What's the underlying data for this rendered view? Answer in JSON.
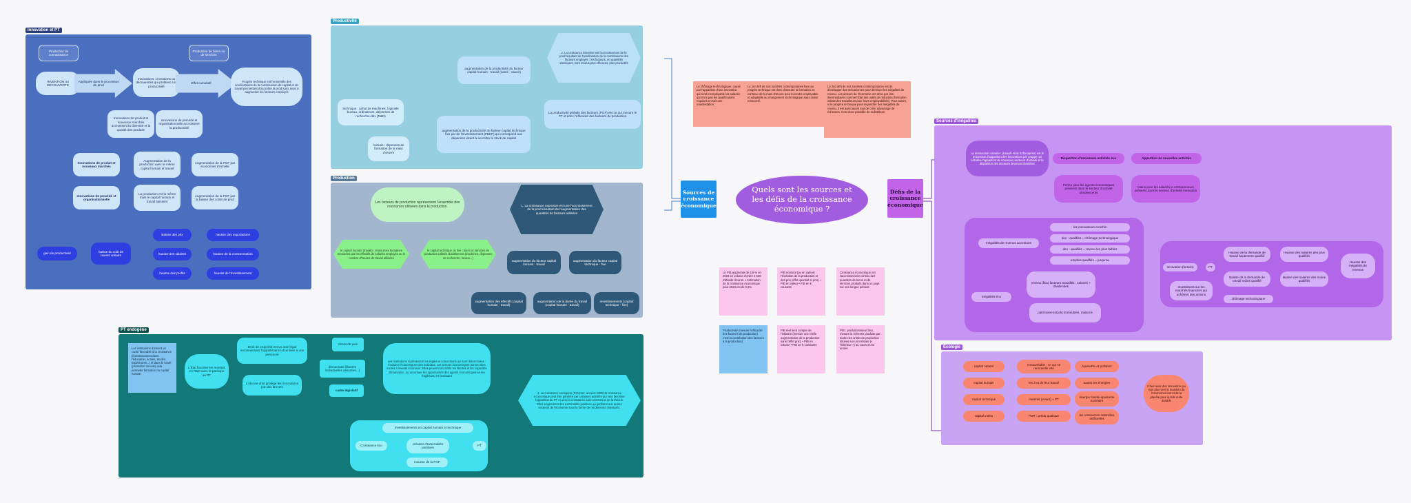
{
  "colors": {
    "innov": "#4b6fbf",
    "prod_top": "#96cfe0",
    "prod_bot": "#a2b7cd",
    "pt": "#127878",
    "ineg": "#c695f4",
    "eco": "#c9a4f4",
    "center": "#a25ce0",
    "sources": "#1e90e8",
    "defis": "#c264e8",
    "note_red": "#f6a294",
    "note_pink": "#fbc7ec",
    "note_blue": "#82c3f2",
    "dark_blue": "#2f3ee0",
    "green": "#8cf08a",
    "cyan": "#40e0f0"
  },
  "center": {
    "title": "Quels sont les sources et les défis de la croissance économique ?"
  },
  "sources": {
    "label": "Sources de croissance économique"
  },
  "defis": {
    "label": "Défis de la croissance économique"
  },
  "innov": {
    "title": "Innovation et PT",
    "prod_conn": "Production de connaissance",
    "prod_biens": "Production de biens ou de services",
    "invention": "INVENTION ou DÉCOUVERTE",
    "applique": "Appliquée dans le processus de prod",
    "innovations": "Innovations : inventions ou découvertes qui profitent à la productivité",
    "effet": "Effet cumulatif",
    "progres": "Progrès technique est l'ensemble des améliorations de la combinaison de capital et de travail permettant d'accroître la prod sans avoir à augmenter les facteurs employés",
    "innov_prod": "Innovations de produit et nouveaux marchés accroissent la diversité et la qualité des produits",
    "innov_proc": "Innovations de procédé et organisationnelle accroissent la productivité",
    "c1a": "Innovations de produit et nouveaux marchés",
    "c1b": "Innovations de procédé et organisationnelle",
    "c2a": "Augmentation de la production avec le même capital humain et travail",
    "c2b": "La production est la même mais le capital humain et travail baissent",
    "c3a": "Augmentation de la PGF par économies d'échelle",
    "c3b": "Augmentation de la PGF par la baisse des coûts de prod",
    "gain": "gain de productivité",
    "baisse_cout": "baisse du coût de revient unitaire",
    "b1": "Baisse des prix",
    "b2": "hausse des salaires",
    "b3": "hausse des profits",
    "r1": "hausse des exportations",
    "r2": "hausse de la consommation",
    "r3": "hausse de l'investissement"
  },
  "prod": {
    "title": "Productivité",
    "hex2": "2. La croissance intensive est l'accroissement de la prod résultant de l'amélioration de la combinaison des facteurs employés : les facteurs, en quantités identiques, sont rendus plus efficaces, plus productifs",
    "aug_travail": "augmentation de la productivité du facteur capital humain - travail (santé - savoir)",
    "pgf": "La productivité globale des facteurs (PGF) est ce qui mesure le PT et donc l'efficacité des facteurs de production",
    "technique": "technique : achat de machines, logiciels bureau, ordinateurs, dépenses de recherche-dév (R&D)",
    "humain": "humain : dépenses de formation de la main d'œuvre",
    "aug_capital": "augmentation de la productivité du facteur capital technique fixe par de l'investissement (FBCF) qui correspond aux dépenses visant à accroître le stock de capital"
  },
  "production": {
    "title": "Production",
    "facteurs": "Les facteurs de production représentent l'ensemble des ressources utilisées dans la production.",
    "hex1": "1. La croissance extensive est une l'accroissement de la prod résultant de l'augmentation des quantités de facteurs utilisées",
    "ch": "le capital humain (travail) : ressources humaines mesurées par les effectifs de salariés employés ou le nombre d'heures de travail utilisées",
    "ct": "le capital technique ou fixe : biens et services de production utilisés durablement (machines, dépenses de recherche, locaux...)",
    "aug_h": "augmentation du facteur capital humain - travail",
    "aug_t": "augmentation du facteur capital technique - fixe",
    "eff": "augmentation des effectifs (capital humain - travail)",
    "duree": "augmentation de la durée du travail (capital humain - travail)",
    "invest": "investissements (capital technique - fixe)"
  },
  "pt": {
    "title": "PT endogène",
    "inst_note": "Les institutions donnent un cadre favorable à la croissance (investissement dans l'éducation, écoles, études supérieures...) et dans le santé (protection sociale) cela permette formation du capital humain",
    "etat": "L'État favorise les recettes en R&D avec le participe au PT",
    "droit": "Droit de propriété est un acte légal reconnaissant l'appartenance d'un bien à une personne",
    "etat_droit": "L'état de droit protège les innovations par des brevets",
    "climat": "climat de paix",
    "democratie": "démocratie (libertés individuelles assurées...)",
    "cadre": "cadre législatif",
    "institutions": "Les institutions représentent les règles et conventions qui sont déterminées : évolution économiques des individus. Les acteurs économiques auront alors incités à investir et innover. Elles peuvent accroître les libertés et les capacités d'innovation, ou accentuer les opportunités des agents économiques en les fragilisant, les instituant",
    "hex3": "3. La croissance endogène (P.Romer, années 1980) la croissance économique peut être générée par certaines activités qui vont favoriser l'apparition du PT et ainsi la croissance auto-entretenue de la théorie. Elles engendrent des externalités positives qui profitent aux autres secteurs de l'économie sous la forme de rendements croissants.",
    "inv": "Investissements en capital humain et technique",
    "ext": "création d'externalités positives",
    "cr": "Croissance éco",
    "pt": "PT",
    "pgf": "Hausse de la PGF"
  },
  "notes_red": [
    "Le chômage technologique, causé par l'apparition d'une innovation qui rend inemployable les salariés qui n'ont pas les qualifications requises en soit une manifestation.",
    "Le 1er défi de nos sociétés contemporaines face au progrès technique est donc d'assurer la formation en continue de la main d'œuvre pour la rendre employable et adaptable au changement technologique sans cesse renouvelé.",
    "Le 2nd défi de nos sociétés contemporaines est de développer des mécanismes pour diminuer les inégalités de revenu. Les acteurs de l'économie ont donc par des intermédiaires comme l'État des outils de réduction (formation initiale des travailleurs pour leurs employabilités). Pour autant, si le progrès technique peut engendrer des inégalités de revenu, il est aussi avant tout de créer davantage de richesses. Il est donc possible de redistribuer."
  ],
  "notes_pink": [
    "Le PIB augmente de 2,5 % en 2023 en volume d'ordre 2 630 milliards d'euros. L'estimation de la croissance économique pour 2023 est de 0,9%.",
    "PIB nominal (ou en valeur) : l'évolution de la production et des prix (effet quantité et prix). • PIB en valeur • PIB en € courants",
    "Croissance économique est l'accroissement continu des quantités de biens et de services produits dans un pays sur une longue période",
    "PIB réel tient compte de l'inflation (mesure une réelle augmentation de la production sans l'effet prix). • PIB en volume • PIB en € constants",
    "PIB : produit intérieur brut, mesure la richesse produite par toutes les unités de production situées sur un territoire (« l'intérieur ») au cours d'une année"
  ],
  "note_blue": "Productivité (mesure l'efficacité des facteurs de production) c'est la contribution des facteurs à la production)",
  "ineg": {
    "title": "Sources d'inégalités",
    "destruction": "La destruction créatrice (Joseph Alois Schumpeter) est le processus d'apparition des innovations par grappe qui entraîne l'apparition de nouveaux secteurs d'activité et la disparition des secteurs devenus obsolètes",
    "disparition": "Disparition d'anciennes activités éco",
    "apparition": "Apparition de nouvelles activités",
    "pertes": "Pertes pour les agents économiques présents dans le secteur d'activité obsolescents",
    "gains": "Gains pour les salariés et entrepreneurs présents dans le secteur d'activité innovants",
    "ineg_rev": "Inégalités de revenus accentués",
    "r1": "les innovateurs enrichis",
    "r2": "dev - qualifiés = chômage technologique",
    "r3": "dev - qualifiés = revenu les plus faibles",
    "r4": "emplois qualifiés = jusqu'au",
    "ineg_eco": "inégalités éco",
    "revenu": "revenu (flux) facteurs travaillés : salaires + dividendes",
    "patrimoine": "patrimoine (stock) immeubles, maisons",
    "innovation": "Innovation (besoin)",
    "pt": "PT",
    "hausse_demande": "Hausse de la demande de travail hautement qualifié",
    "hausse_sal": "Hausse des salaires des plus qualifiés",
    "baisse_demande": "Baisse de la demande de travail moins qualifié",
    "baisse_sal": "Baisse des salaires des moins qualifiés",
    "hausse_ineg": "Hausse des inégalités de revenus",
    "investissent": "Investissent sur les marchés financiers qui achètent des actions",
    "chomage": "chômage technologique"
  },
  "eco": {
    "title": "Écologie",
    "caps": [
      "capital naturel",
      "capital humain",
      "capital technique",
      "capital institu"
    ],
    "mids": [
      "renouvelable : ce qui se renouvelle vite",
      "les 3 et de leur travail",
      "matériel (vivant) + PT",
      "PDR : prédo qualique"
    ],
    "outs": [
      "épuisable et pollution",
      "toutes les énergies",
      "énergie fossile épuisante nucléaire",
      "les ressources naturelles artificielles"
    ],
    "final": "Il faut avoir des innovation qui sont plus vers le maintien de l'environnement et de la planète pour qu'elle reste durable"
  }
}
